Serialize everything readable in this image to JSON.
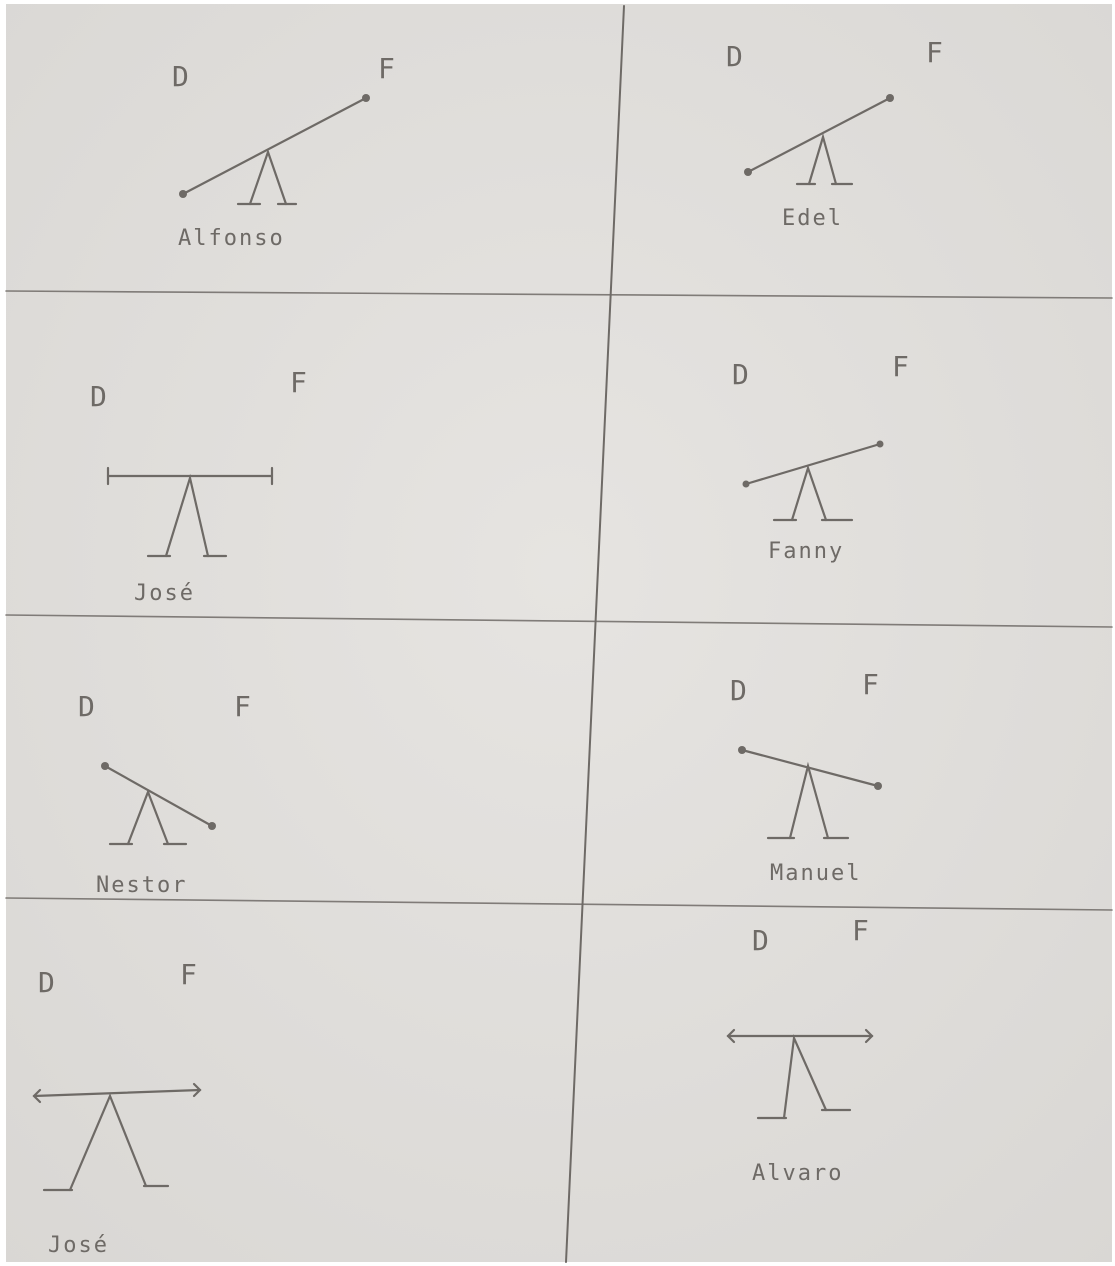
{
  "sheet": {
    "paper_color": "#e4e2df",
    "pencil_color": "#6e6a66",
    "border_color": "#ffffff"
  },
  "panels": [
    {
      "id": "alfonso",
      "left_label": "D",
      "right_label": "F",
      "name": "Alfonso",
      "beam": "raised-right"
    },
    {
      "id": "edel",
      "left_label": "D",
      "right_label": "F",
      "name": "Edel",
      "beam": "raised-right"
    },
    {
      "id": "jose-1",
      "left_label": "D",
      "right_label": "F",
      "name": "José",
      "beam": "level"
    },
    {
      "id": "fanny",
      "left_label": "D",
      "right_label": "F",
      "name": "Fanny",
      "beam": "raised-right"
    },
    {
      "id": "nestor",
      "left_label": "D",
      "right_label": "F",
      "name": "Nestor",
      "beam": "raised-left"
    },
    {
      "id": "manuel",
      "left_label": "D",
      "right_label": "F",
      "name": "Manuel",
      "beam": "raised-left"
    },
    {
      "id": "jose-2",
      "left_label": "D",
      "right_label": "F",
      "name": "José",
      "beam": "level"
    },
    {
      "id": "alvaro",
      "left_label": "D",
      "right_label": "F",
      "name": "Alvaro",
      "beam": "level"
    }
  ]
}
